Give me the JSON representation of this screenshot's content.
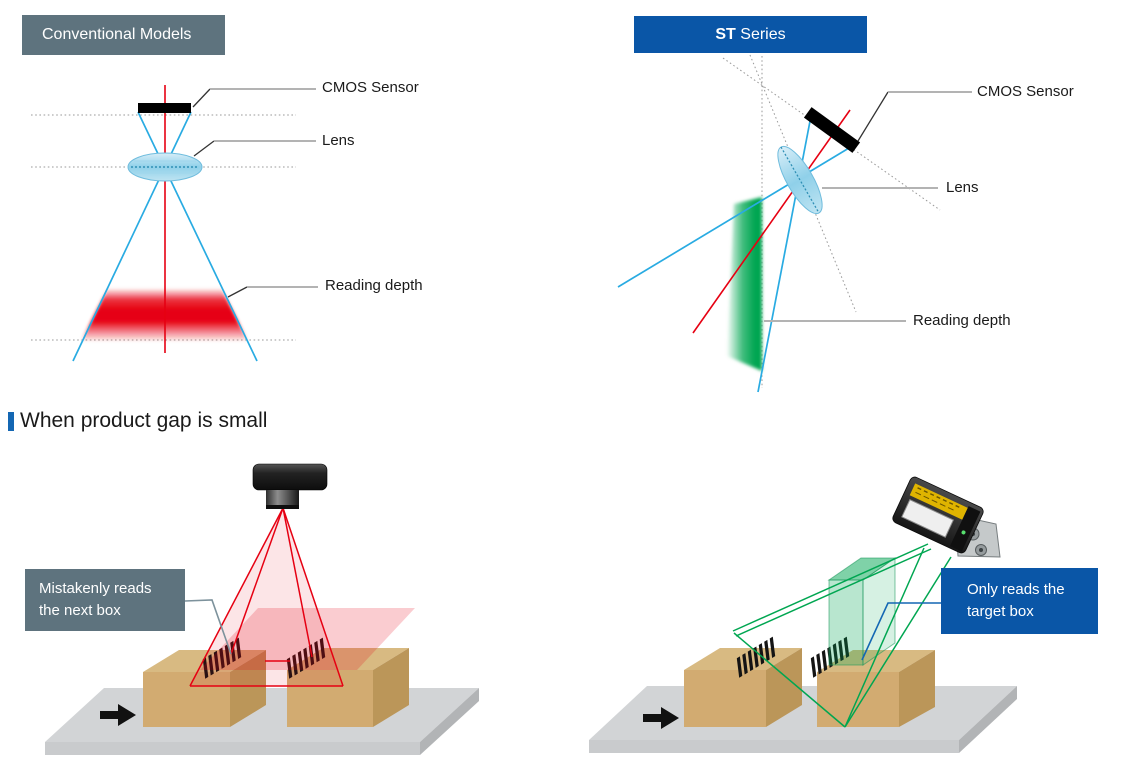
{
  "conventional": {
    "title": "Conventional Models",
    "labels": {
      "cmos": "CMOS Sensor",
      "lens": "Lens",
      "reading_depth": "Reading depth"
    }
  },
  "st": {
    "title_bold": "ST",
    "title_rest": " Series",
    "labels": {
      "cmos": "CMOS Sensor",
      "lens": "Lens",
      "reading_depth": "Reading depth"
    }
  },
  "section": {
    "heading": "When product gap is small"
  },
  "scene_left": {
    "caption_line1": "Mistakenly reads",
    "caption_line2": "the next box"
  },
  "scene_right": {
    "caption_line1": "Only reads the",
    "caption_line2": "target box"
  },
  "colors": {
    "slate_label_bg": "#5e737e",
    "brand_blue": "#0a56a7",
    "leader_blue": "#1467b3",
    "beam_red": "#e60012",
    "beam_blue": "#29abe2",
    "beam_green": "#00a651",
    "box_top": "#d8ba82",
    "box_front": "#d2ab71",
    "box_side": "#bb9659",
    "conveyor_top": "#d2d4d6"
  },
  "icons": {
    "arrow_left": "flow-direction-arrow",
    "arrow_right": "flow-direction-arrow",
    "camera": "overhead-camera",
    "scanner": "st-series-scanner"
  }
}
